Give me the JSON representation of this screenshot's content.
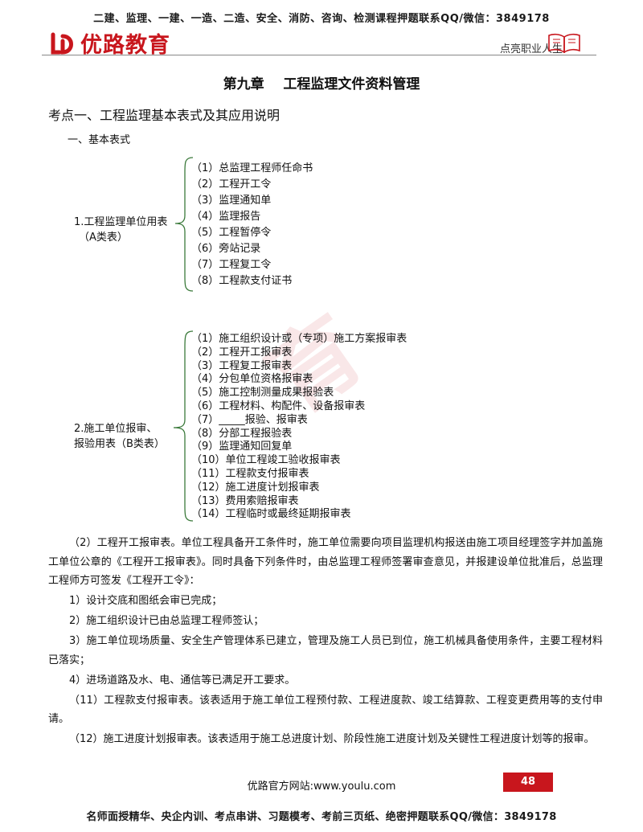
{
  "header": {
    "top_banner": "二建、监理、一建、一造、二造、安全、消防、咨询、检测课程押题联系QQ/微信：3849178",
    "logo_text": "优路教育",
    "slogan": "点亮职业人生"
  },
  "chapter_title": "第九章    工程监理文件资料管理",
  "section_title": "考点一、工程监理基本表式及其应用说明",
  "sub_title": "一、基本表式",
  "group_a": {
    "label_line1": "1.工程监理单位用表",
    "label_line2": "（A类表）",
    "items": [
      "（1）总监理工程师任命书",
      "（2）工程开工令",
      "（3）监理通知单",
      "（4）监理报告",
      "（5）工程暂停令",
      "（6）旁站记录",
      "（7）工程复工令",
      "（8）工程款支付证书"
    ]
  },
  "group_b": {
    "label_line1": "2.施工单位报审、",
    "label_line2": "报验用表（B类表）",
    "items": [
      "（1）施工组织设计或（专项）施工方案报审表",
      "（2）工程开工报审表",
      "（3）工程复工报审表",
      "（4）分包单位资格报审表",
      "（5）施工控制测量成果报验表",
      "（6）工程材料、构配件、设备报审表",
      "（7）_____报验、报审表",
      "（8）分部工程报验表",
      "（9）监理通知回复单",
      "（10）单位工程竣工验收报审表",
      "（11）工程款支付报审表",
      "（12）施工进度计划报审表",
      "（13）费用索赔报审表",
      "（14）工程临时或最终延期报审表"
    ]
  },
  "paragraphs": [
    "（2）工程开工报审表。单位工程具备开工条件时，施工单位需要向项目监理机构报送由施工项目经理签字并加盖施工单位公章的《工程开工报审表》。同时具备下列条件时，由总监理工程师签署审查意见，并报建设单位批准后，总监理工程师方可签发《工程开工令》：",
    "1）设计交底和图纸会审已完成；",
    "2）施工组织设计已由总监理工程师签认；",
    "3）施工单位现场质量、安全生产管理体系已建立，管理及施工人员已到位，施工机械具备使用条件，主要工程材料已落实；",
    "4）进场道路及水、电、通信等已满足开工要求。",
    "（11）工程款支付报审表。该表适用于施工单位工程预付款、工程进度款、竣工结算款、工程变更费用等的支付申请。",
    "（12）施工进度计划报审表。该表适用于施工总进度计划、阶段性施工进度计划及关键性工程进度计划等的报审。"
  ],
  "footer": {
    "website": "优路官方网站:www.youlu.com",
    "page_number": "48",
    "bottom_banner": "名师面授精华、央企内训、考点串讲、习题模考、考前三页纸、绝密押题联系QQ/微信：3849178"
  },
  "colors": {
    "brand_red": "#c8161d"
  }
}
